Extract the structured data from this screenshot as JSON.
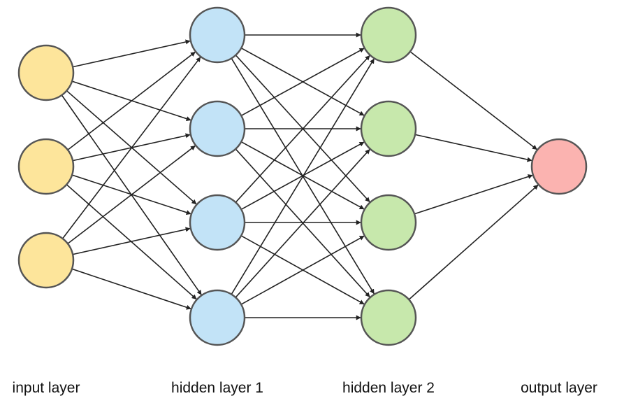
{
  "layers": [
    {
      "label": "input layer",
      "nodes": 3,
      "color": "#fde59b"
    },
    {
      "label": "hidden layer 1",
      "nodes": 4,
      "color": "#c2e3f7"
    },
    {
      "label": "hidden layer 2",
      "nodes": 4,
      "color": "#c7e8ac"
    },
    {
      "label": "output layer",
      "nodes": 1,
      "color": "#fbb3b0"
    }
  ],
  "connectivity": "fully-connected",
  "edge_style": "arrow"
}
